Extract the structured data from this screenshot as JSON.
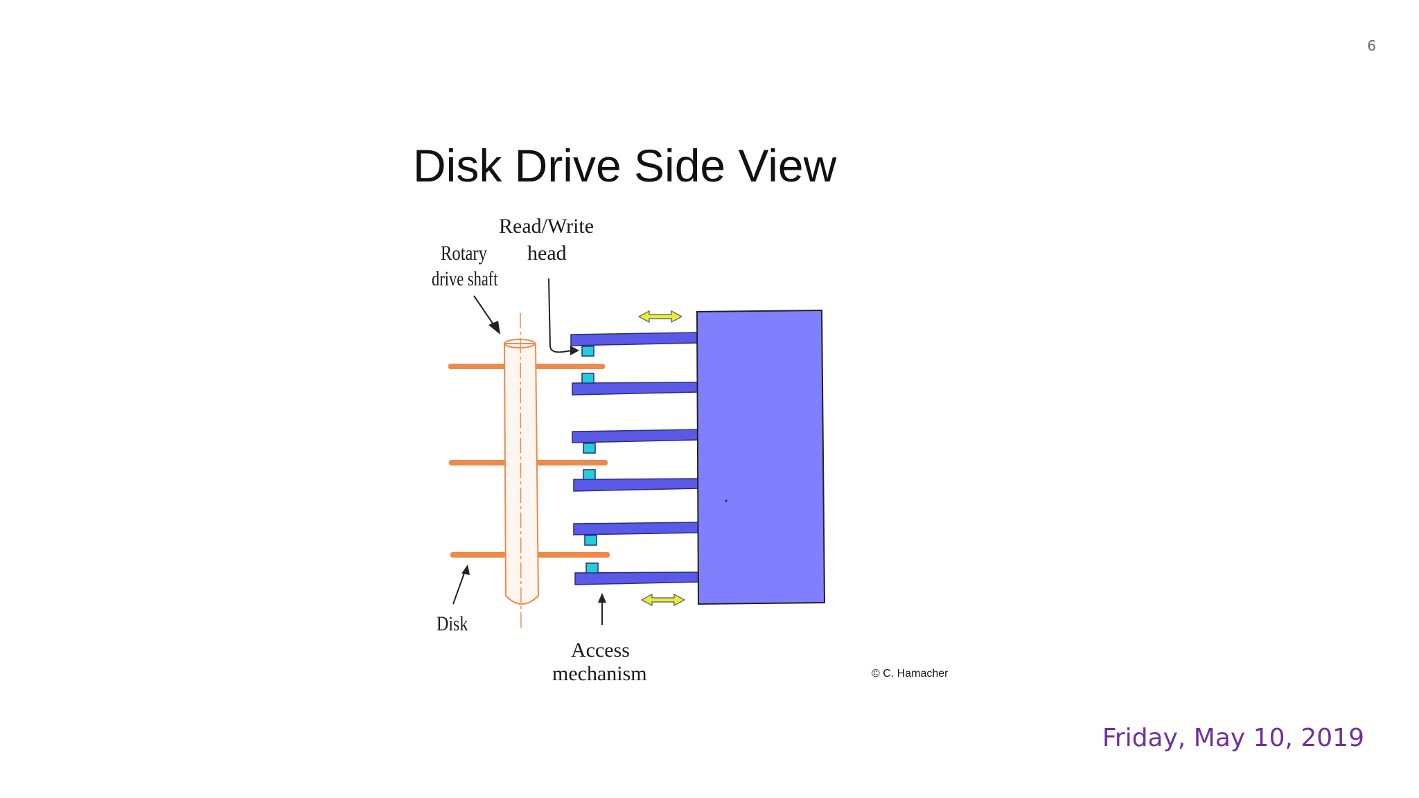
{
  "slide": {
    "number": "6",
    "date": "Friday, May 10, 2019"
  },
  "diagram": {
    "title": "Disk Drive Side View",
    "labels": {
      "rw_head_line1": "Read/Write",
      "rw_head_line2": "head",
      "shaft_line1": "Rotary",
      "shaft_line2": "drive shaft",
      "disk": "Disk",
      "access_line1": "Access",
      "access_line2": "mechanism",
      "credit": "© C. Hamacher"
    },
    "colors": {
      "disk": "#f08a4b",
      "shaft_outline": "#f08a4b",
      "arm": "#5a5ae6",
      "arm_edge": "#2a2a8a",
      "block": "#8080ff",
      "head": "#22cfd6",
      "arrow": "#e6ee3a"
    }
  }
}
